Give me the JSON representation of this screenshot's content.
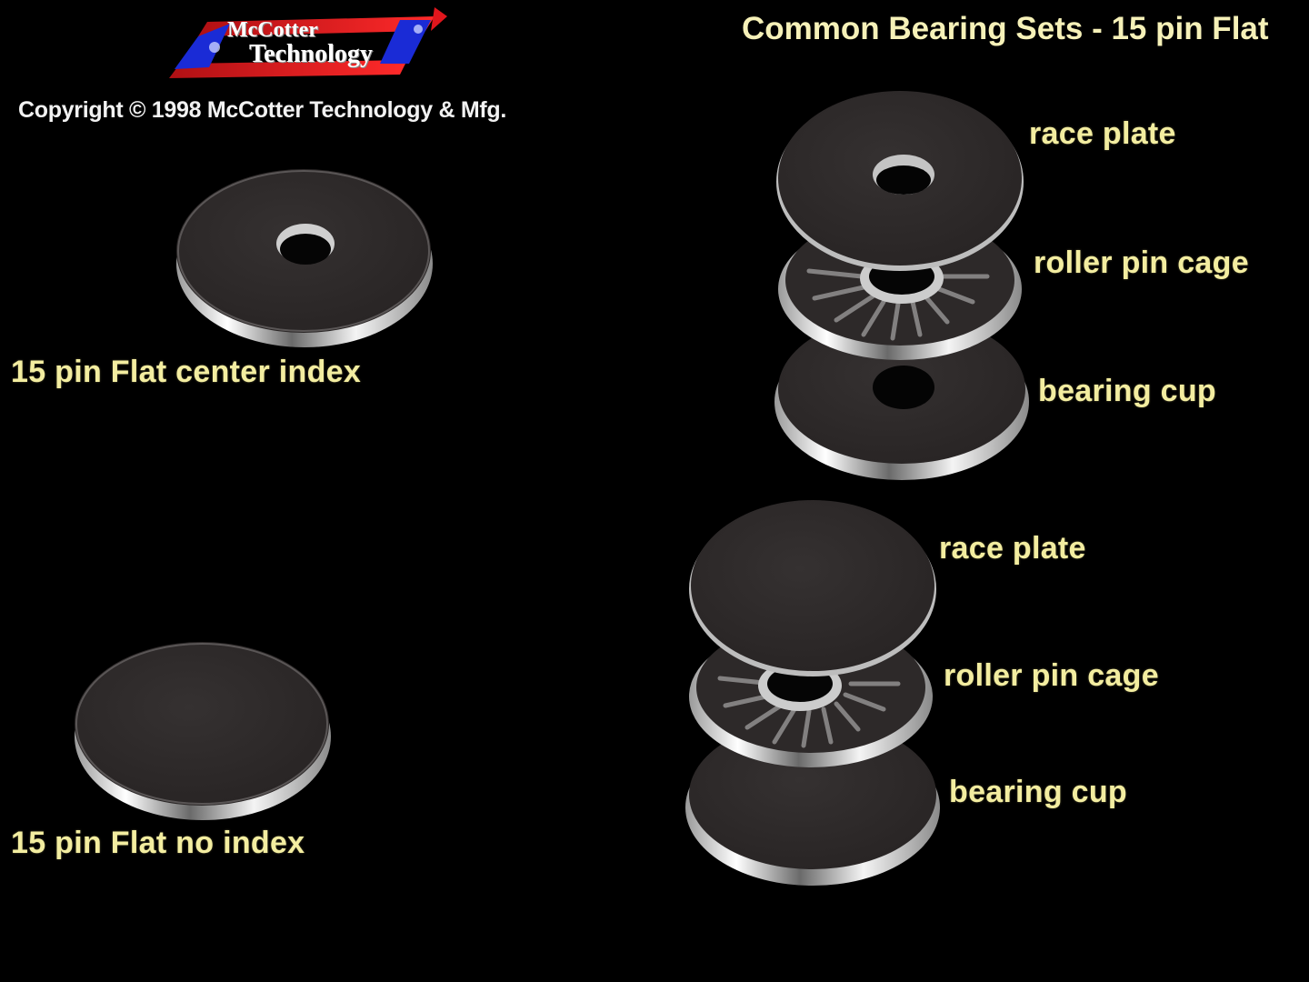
{
  "header": {
    "logo": {
      "line1": "McCotter",
      "line2": "Technology",
      "colors": {
        "red": "#e0161c",
        "blue": "#1a2bd6",
        "text": "#ffffff"
      }
    },
    "copyright": "Copyright © 1998 McCotter Technology & Mfg.",
    "title": "Common Bearing Sets - 15 pin Flat"
  },
  "left_parts": [
    {
      "label": "15 pin Flat center index",
      "type": "disc-with-center-hole"
    },
    {
      "label": "15 pin Flat no index",
      "type": "solid-disc"
    }
  ],
  "bearing_sets": [
    {
      "variant": "with-center-hole",
      "parts": [
        {
          "label": "race plate"
        },
        {
          "label": "roller pin cage"
        },
        {
          "label": "bearing cup"
        }
      ]
    },
    {
      "variant": "solid",
      "parts": [
        {
          "label": "race plate"
        },
        {
          "label": "roller pin cage"
        },
        {
          "label": "bearing cup"
        }
      ]
    }
  ],
  "colors": {
    "background": "#000000",
    "label_text": "#f3eda0",
    "disc_face": "#2e2a2a",
    "disc_rim": "#d8d8d8"
  }
}
